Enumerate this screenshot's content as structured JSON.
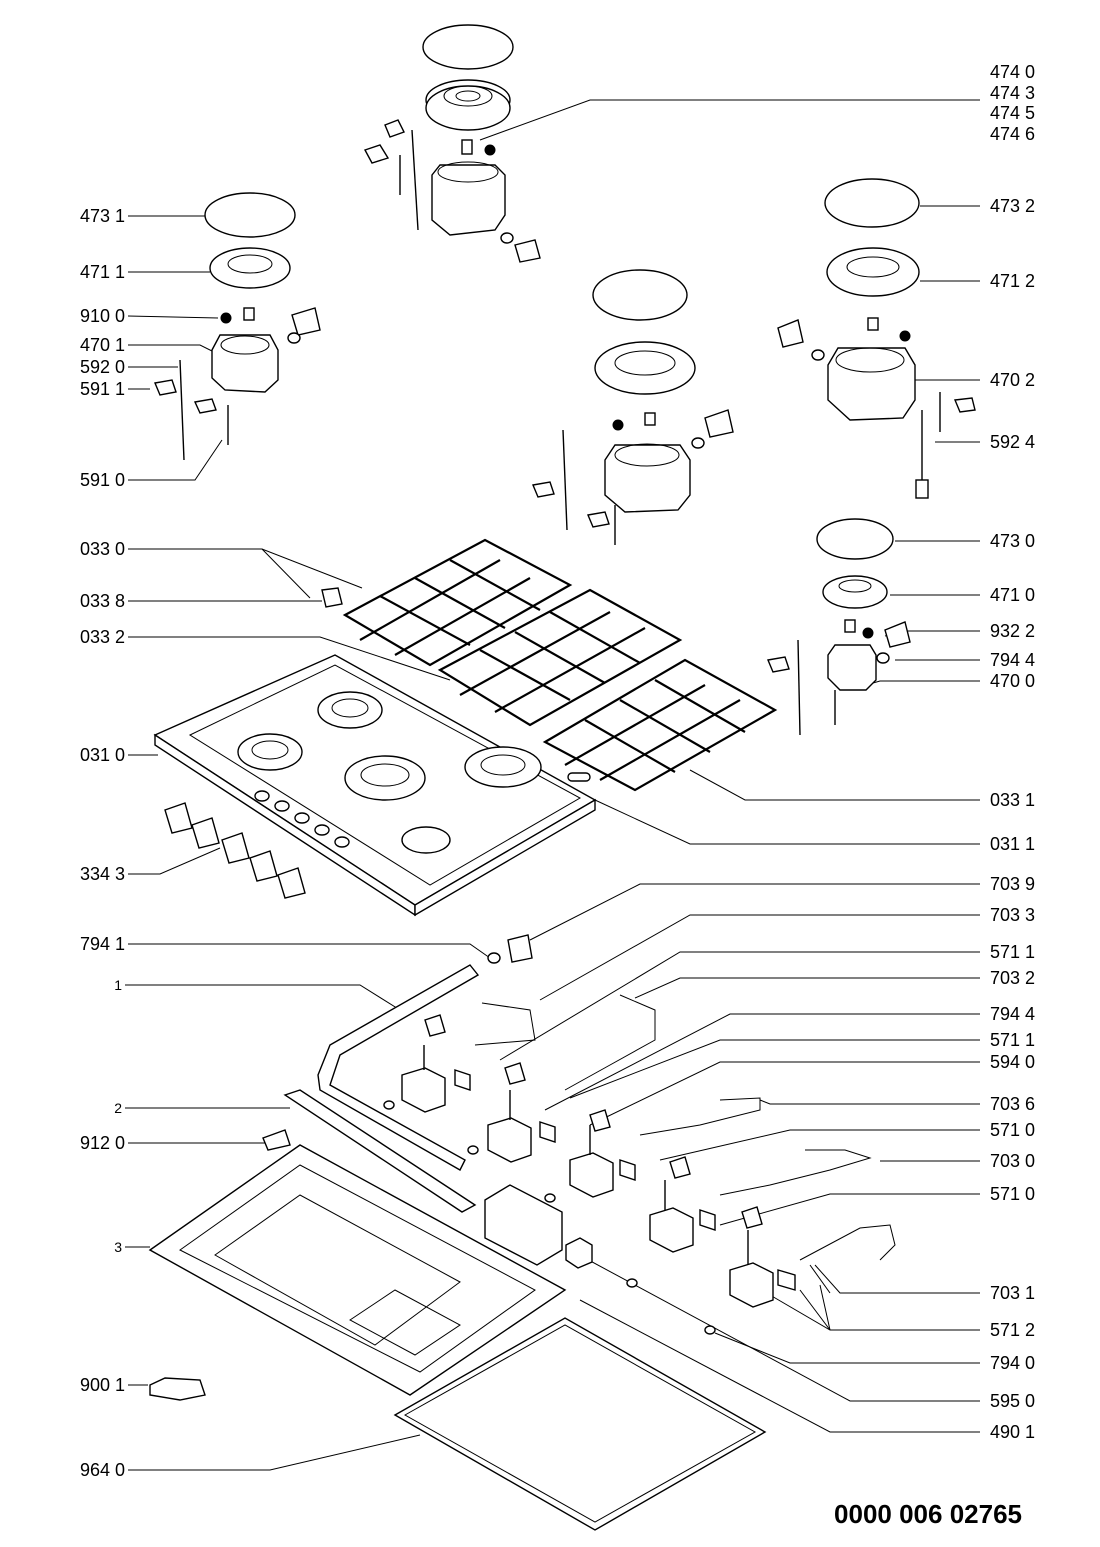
{
  "labels_left": [
    {
      "id": "473-1",
      "text": "473 1"
    },
    {
      "id": "471-1",
      "text": "471 1"
    },
    {
      "id": "910-0",
      "text": "910 0"
    },
    {
      "id": "470-1",
      "text": "470 1"
    },
    {
      "id": "592-0",
      "text": "592 0"
    },
    {
      "id": "591-1",
      "text": "591 1"
    },
    {
      "id": "591-0",
      "text": "591 0"
    },
    {
      "id": "033-0",
      "text": "033 0"
    },
    {
      "id": "033-8",
      "text": "033 8"
    },
    {
      "id": "033-2",
      "text": "033 2"
    },
    {
      "id": "031-0",
      "text": "031 0"
    },
    {
      "id": "334-3",
      "text": "334 3"
    },
    {
      "id": "794-1",
      "text": "794 1"
    },
    {
      "id": "item-1",
      "text": "1"
    },
    {
      "id": "item-2",
      "text": "2"
    },
    {
      "id": "912-0",
      "text": "912 0"
    },
    {
      "id": "item-3",
      "text": "3"
    },
    {
      "id": "900-1",
      "text": "900 1"
    },
    {
      "id": "964-0",
      "text": "964 0"
    }
  ],
  "labels_right": [
    {
      "id": "474-0",
      "text": "474 0"
    },
    {
      "id": "474-3",
      "text": "474 3"
    },
    {
      "id": "474-5",
      "text": "474 5"
    },
    {
      "id": "474-6",
      "text": "474 6"
    },
    {
      "id": "473-2",
      "text": "473 2"
    },
    {
      "id": "471-2",
      "text": "471 2"
    },
    {
      "id": "470-2",
      "text": "470 2"
    },
    {
      "id": "592-4",
      "text": "592 4"
    },
    {
      "id": "473-0",
      "text": "473 0"
    },
    {
      "id": "471-0",
      "text": "471 0"
    },
    {
      "id": "932-2",
      "text": "932 2"
    },
    {
      "id": "794-4a",
      "text": "794 4"
    },
    {
      "id": "470-0",
      "text": "470 0"
    },
    {
      "id": "033-1",
      "text": "033 1"
    },
    {
      "id": "031-1",
      "text": "031 1"
    },
    {
      "id": "703-9",
      "text": "703 9"
    },
    {
      "id": "703-3",
      "text": "703 3"
    },
    {
      "id": "571-1a",
      "text": "571 1"
    },
    {
      "id": "703-2",
      "text": "703 2"
    },
    {
      "id": "794-4b",
      "text": "794 4"
    },
    {
      "id": "571-1b",
      "text": "571 1"
    },
    {
      "id": "594-0",
      "text": "594 0"
    },
    {
      "id": "703-6",
      "text": "703 6"
    },
    {
      "id": "571-0a",
      "text": "571 0"
    },
    {
      "id": "703-0",
      "text": "703 0"
    },
    {
      "id": "571-0b",
      "text": "571 0"
    },
    {
      "id": "703-1",
      "text": "703 1"
    },
    {
      "id": "571-2",
      "text": "571 2"
    },
    {
      "id": "794-0",
      "text": "794 0"
    },
    {
      "id": "595-0",
      "text": "595 0"
    },
    {
      "id": "490-1",
      "text": "490 1"
    }
  ],
  "document_code": "0000 006 02765"
}
